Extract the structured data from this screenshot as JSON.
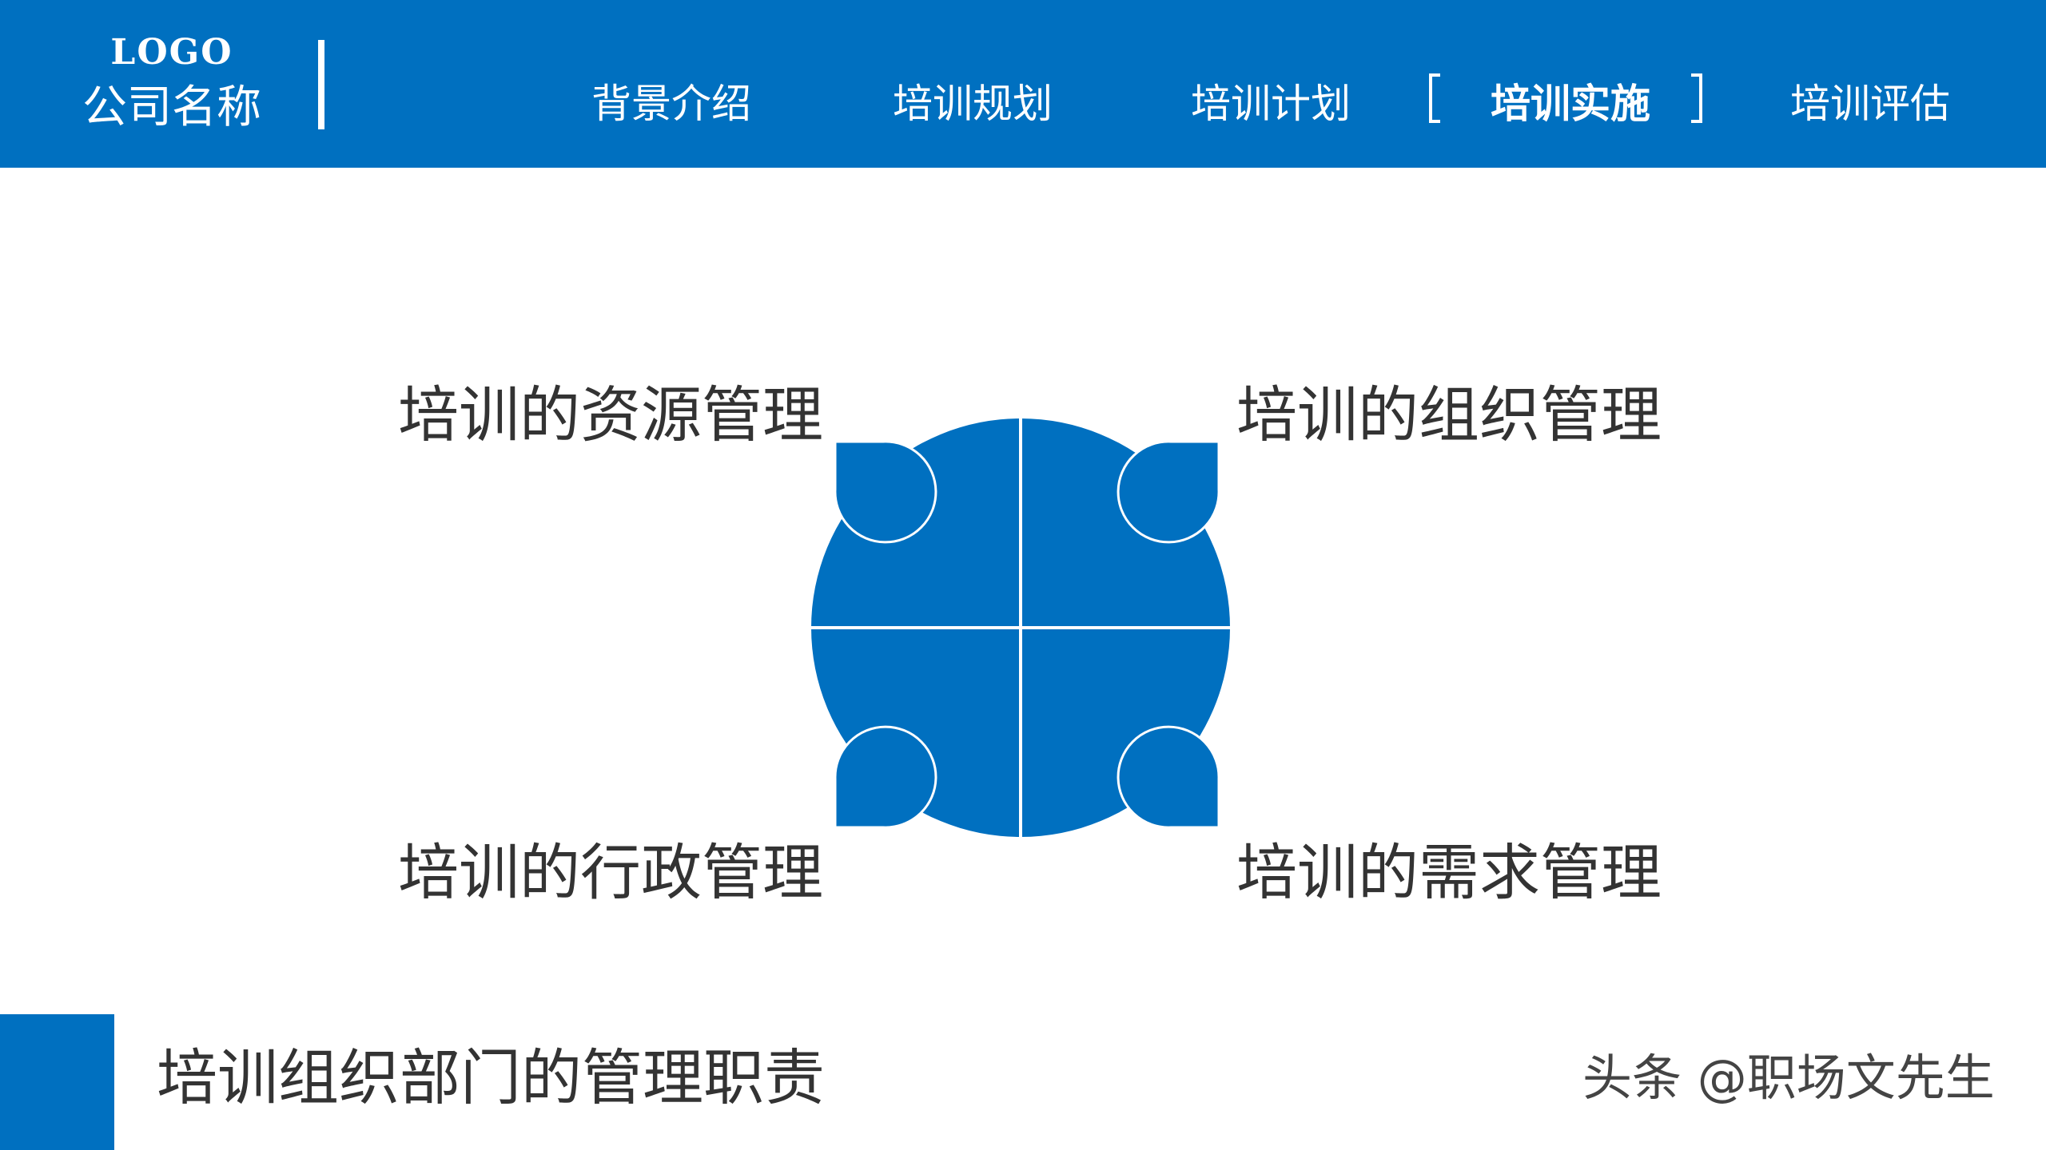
{
  "header": {
    "logo": "LOGO",
    "company_name": "公司名称",
    "nav": [
      {
        "label": "背景介绍",
        "active": false
      },
      {
        "label": "培训规划",
        "active": false
      },
      {
        "label": "培训计划",
        "active": false
      },
      {
        "label": "培训实施",
        "active": true
      },
      {
        "label": "培训评估",
        "active": false
      }
    ]
  },
  "diagram": {
    "quadrants": [
      {
        "position": "top-left",
        "label": "培训的资源管理"
      },
      {
        "position": "top-right",
        "label": "培训的组织管理"
      },
      {
        "position": "bottom-left",
        "label": "培训的行政管理"
      },
      {
        "position": "bottom-right",
        "label": "培训的需求管理"
      }
    ]
  },
  "footer": {
    "title": "培训组织部门的管理职责"
  },
  "watermark": "头条 @职场文先生",
  "colors": {
    "primary": "#0070c0",
    "text": "#333333",
    "background": "#ffffff"
  }
}
